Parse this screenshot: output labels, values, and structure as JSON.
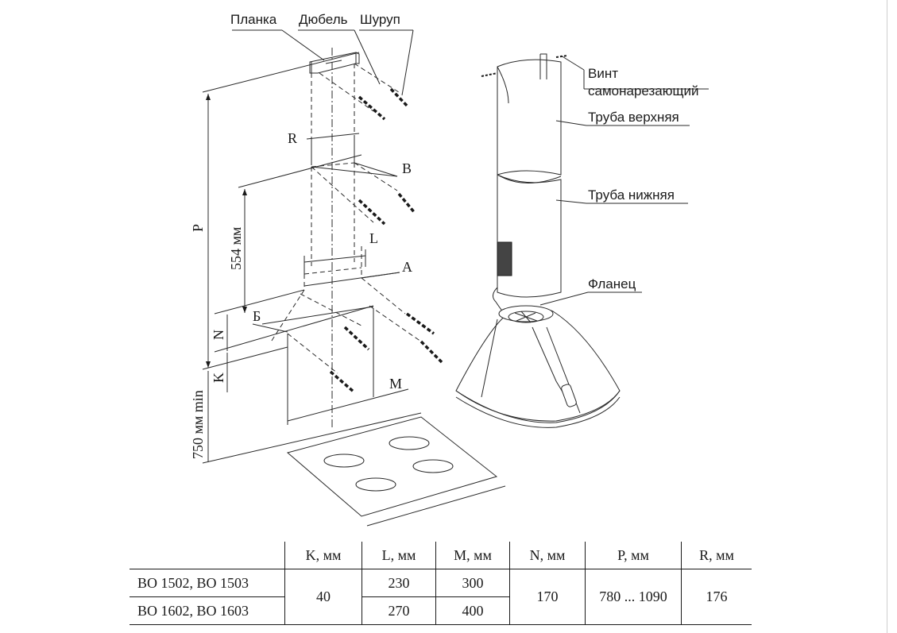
{
  "labels": {
    "planka": "Планка",
    "dubel": "Дюбель",
    "shurup": "Шуруп",
    "vint_1": "Винт",
    "vint_2": "самонарезающий",
    "truba_verh": "Труба верхняя",
    "truba_niz": "Труба нижняя",
    "flanec": "Фланец"
  },
  "dimensions": {
    "R": "R",
    "B_cyr": "В",
    "P": "P",
    "mm554": "554 мм",
    "L": "L",
    "A_cyr": "А",
    "B2_cyr": "Б",
    "N": "N",
    "K": "K",
    "M": "M",
    "mm750": "750 мм min"
  },
  "table": {
    "headers": [
      "",
      "K, мм",
      "L, мм",
      "M, мм",
      "N, мм",
      "P, мм",
      "R, мм"
    ],
    "rows": [
      {
        "model": "BO 1502, BO 1503",
        "K": "40",
        "L": "230",
        "M": "300",
        "N": "170",
        "P": "780 ... 1090",
        "R": "176"
      },
      {
        "model": "BO 1602, BO 1603",
        "L": "270",
        "M": "400"
      }
    ]
  }
}
